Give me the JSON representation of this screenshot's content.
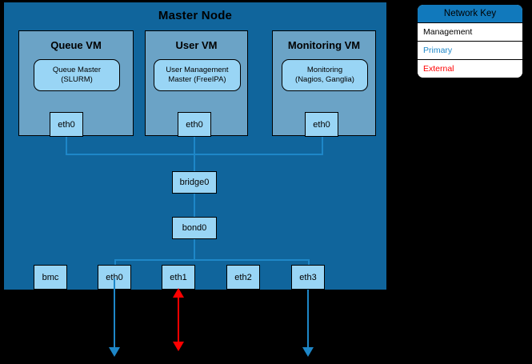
{
  "diagram": {
    "master_node": {
      "title": "Master Node",
      "vms": [
        {
          "name": "Queue VM",
          "service": "Queue Master\n(SLURM)",
          "service_line1": "Queue Master",
          "service_line2": "(SLURM)",
          "nic": "eth0"
        },
        {
          "name": "User VM",
          "service_line1": "User Management",
          "service_line2": "Master (FreeIPA)",
          "nic": "eth0"
        },
        {
          "name": "Monitoring VM",
          "service_line1": "Monitoring",
          "service_line2": "(Nagios, Ganglia)",
          "nic": "eth0"
        }
      ],
      "bridge": "bridge0",
      "bond": "bond0",
      "interfaces": [
        {
          "label": "bmc",
          "bonded": false,
          "external": "none"
        },
        {
          "label": "eth0",
          "bonded": true,
          "external": "management-out"
        },
        {
          "label": "eth1",
          "bonded": false,
          "external": "primary-bidirectional"
        },
        {
          "label": "eth2",
          "bonded": false,
          "external": "none"
        },
        {
          "label": "eth3",
          "bonded": true,
          "external": "management-out"
        }
      ]
    },
    "legend": {
      "title": "Network Key",
      "rows": [
        {
          "label": "Management",
          "color": "#000000"
        },
        {
          "label": "Primary",
          "color": "#1E87C8"
        },
        {
          "label": "External",
          "color": "#FF0000"
        }
      ]
    },
    "colors": {
      "panel_blue": "#10659C",
      "vm_blue": "#6BA3C6",
      "node_blue": "#99D5F5",
      "line_blue": "#1E87C8",
      "external_red": "#FF0000",
      "legend_header": "#1179BC",
      "background": "#000000"
    }
  }
}
